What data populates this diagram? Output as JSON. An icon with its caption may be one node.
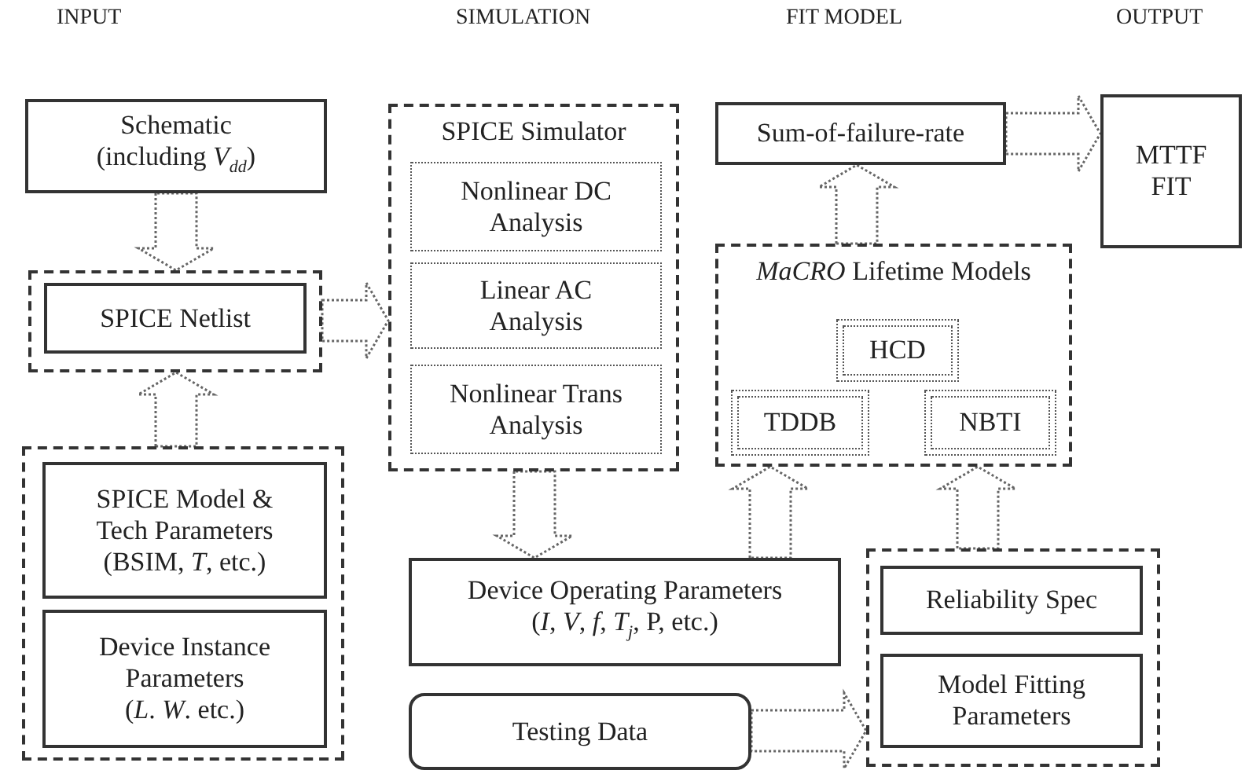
{
  "diagram": {
    "nodes": [
      {
        "text": [
          "Schematic",
          "(including *V*$_{dd}$)"
        ]
      },
      {
        "text": [],
        "shape": "box"
      },
      {
        "text": [
          "SPICE Netlist"
        ],
        "in": 1
      },
      {
        "text": [],
        "shape": "box"
      },
      {
        "text": [
          "SPICE Model & Tech Parameters",
          "(BSIM, *T*, etc.)"
        ],
        "in": 3
      },
      {
        "text": [
          "Device Instance Parameters",
          "(*L*. *W*. etc.)"
        ],
        "in": 3
      },
      {
        "text": [
          "SPICE Simulator"
        ]
      },
      {
        "text": [
          "Nonlinear DC Analysis"
        ],
        "in": 6
      },
      {
        "text": [
          "Linear AC Analysis"
        ],
        "in": 6
      },
      {
        "text": [
          "Nonlinear Trans Analysis"
        ],
        "in": 6
      },
      {
        "text": [
          "Sum-of-failure-rate"
        ]
      },
      {
        "text": [
          "MTTF FIT"
        ]
      },
      {
        "text": [
          "*MaCRO* Lifetime Models"
        ]
      },
      {
        "text": [
          "HCD"
        ],
        "in": 12
      },
      {
        "text": [
          "TDDB"
        ],
        "in": 12
      },
      {
        "text": [
          "NBTI"
        ],
        "in": 12
      },
      {
        "text": [
          "Device Operating Parameters",
          "(*I*, *V*, *f*, *T*$_{j}$, P, etc.)"
        ]
      },
      {
        "text": [
          "Testing Data"
        ]
      },
      {
        "text": [],
        "shape": "box"
      },
      {
        "text": [
          "Reliability Spec"
        ],
        "in": 18
      },
      {
        "text": [
          "Model Fitting Parameters"
        ],
        "in": 18
      }
    ],
    "edges": [
      {
        "from": 0,
        "to": 1,
        "arrow": "to"
      },
      {
        "from": 3,
        "to": 1,
        "arrow": "to"
      },
      {
        "from": 1,
        "to": 6,
        "arrow": "to"
      },
      {
        "from": 6,
        "to": 16,
        "arrow": "to"
      },
      {
        "from": 16,
        "to": 12,
        "arrow": "to"
      },
      {
        "from": 18,
        "to": 12,
        "arrow": "to"
      },
      {
        "from": 12,
        "to": 10,
        "arrow": "to"
      },
      {
        "from": 10,
        "to": 11,
        "arrow": "to"
      },
      {
        "from": 17,
        "to": 18,
        "arrow": "to"
      }
    ],
    "labels": [
      "INPUT",
      "SIMULATION",
      "FIT MODEL",
      "OUTPUT"
    ]
  }
}
